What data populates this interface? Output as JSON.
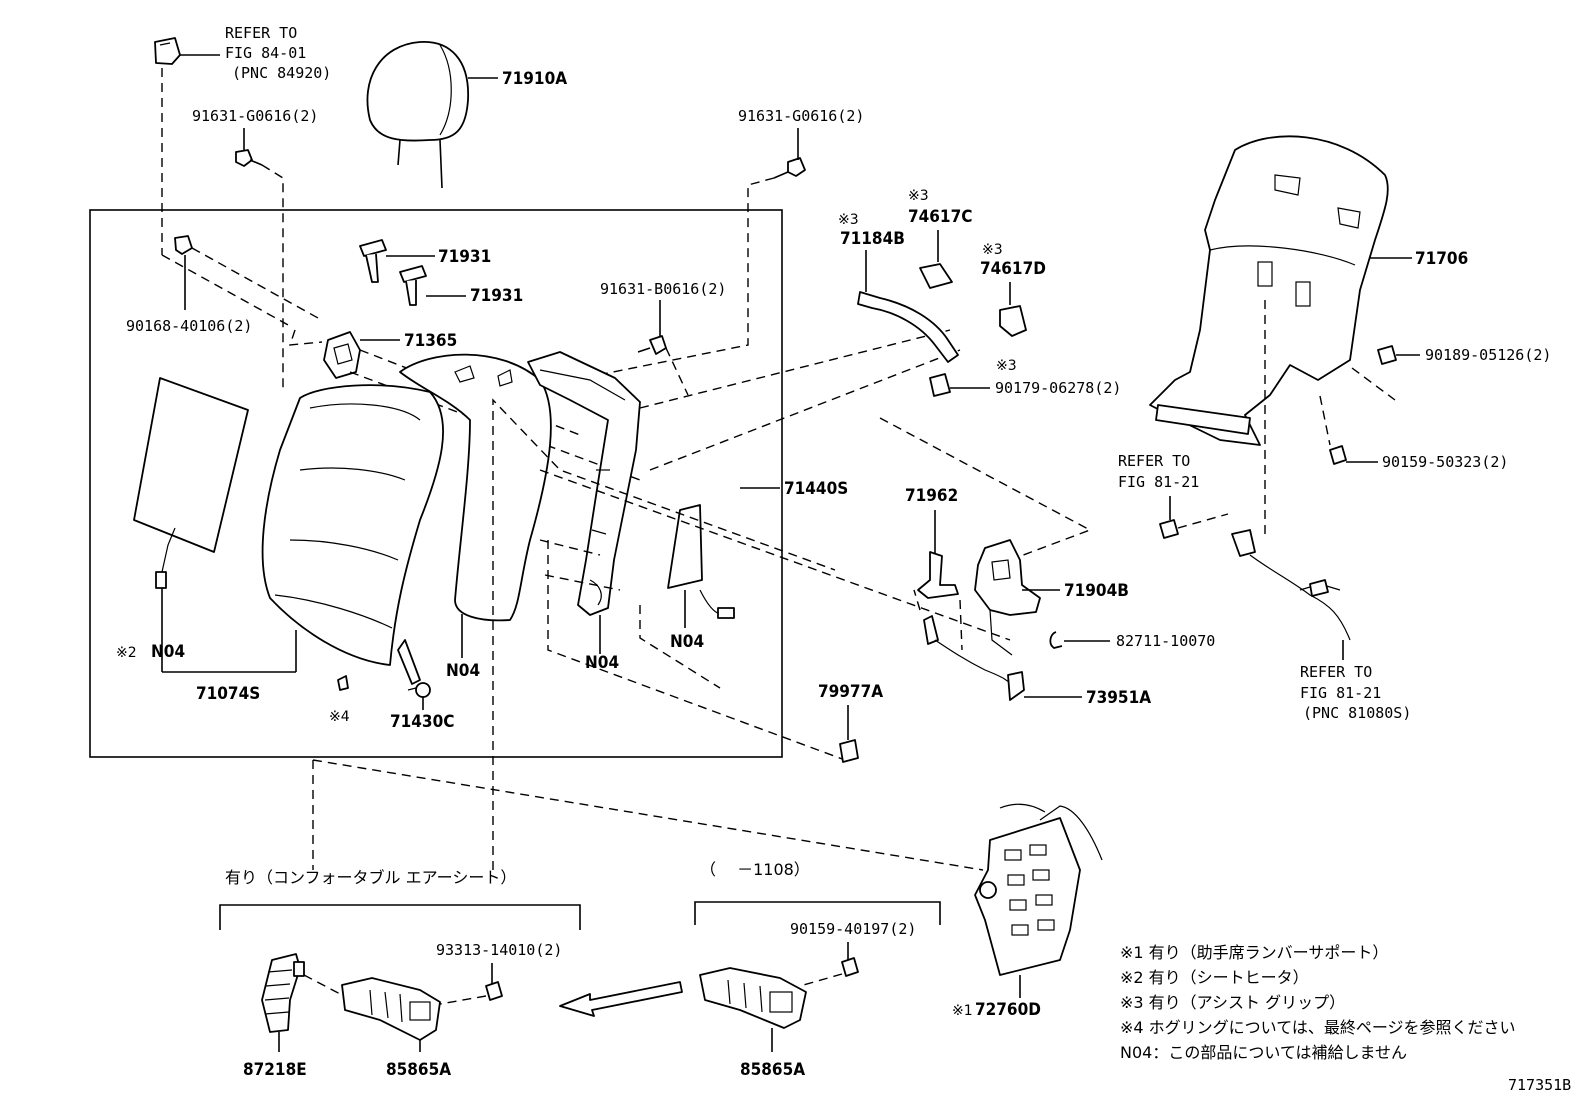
{
  "refs": {
    "ref1": {
      "line1": "REFER TO",
      "line2": "FIG 84-01",
      "line3": "(PNC 84920)"
    },
    "ref2": {
      "line1": "REFER TO",
      "line2": "FIG 81-21"
    },
    "ref3": {
      "line1": "REFER TO",
      "line2": "FIG 81-21",
      "line3": "(PNC 81080S)"
    }
  },
  "parts": {
    "p71910A": "71910A",
    "p91631G0616_left": "91631-G0616(2)",
    "p91631G0616_right": "91631-G0616(2)",
    "p71931_a": "71931",
    "p71931_b": "71931",
    "p90168": "90168-40106(2)",
    "p71365": "71365",
    "p91631B0616": "91631-B0616(2)",
    "p71184B_mark": "※3",
    "p71184B": "71184B",
    "p74617C_mark": "※3",
    "p74617C": "74617C",
    "p74617D_mark": "※3",
    "p74617D": "74617D",
    "p90179_mark": "※3",
    "p90179": "90179-06278(2)",
    "p71706": "71706",
    "p90189": "90189-05126(2)",
    "p90159_50323": "90159-50323(2)",
    "p71440S": "71440S",
    "p71962": "71962",
    "p71904B": "71904B",
    "p82711": "82711-10070",
    "p73951A": "73951A",
    "p79977A": "79977A",
    "n04_a_mark": "※2",
    "n04_a": "N04",
    "n04_b": "N04",
    "n04_c": "N04",
    "n04_d": "N04",
    "p71074S": "71074S",
    "p4_mark": "※4",
    "p71430C": "71430C",
    "p93313": "93313-14010(2)",
    "p90159_40197": "90159-40197(2)",
    "p87218E": "87218E",
    "p85865A_left": "85865A",
    "p85865A_right": "85865A",
    "p72760D_mark": "※1",
    "p72760D": "72760D",
    "group_left_title": "有り（コンフォータブル エアーシート）",
    "group_right_title": "（　 －1108）"
  },
  "notes": [
    "※1  有り（助手席ランバーサポート）",
    "※2  有り（シートヒータ）",
    "※3  有り（アシスト グリップ）",
    "※4  ホグリングについては、最終ページを参照ください",
    "N04：この部品については補給しません"
  ],
  "figure_id": "717351B"
}
